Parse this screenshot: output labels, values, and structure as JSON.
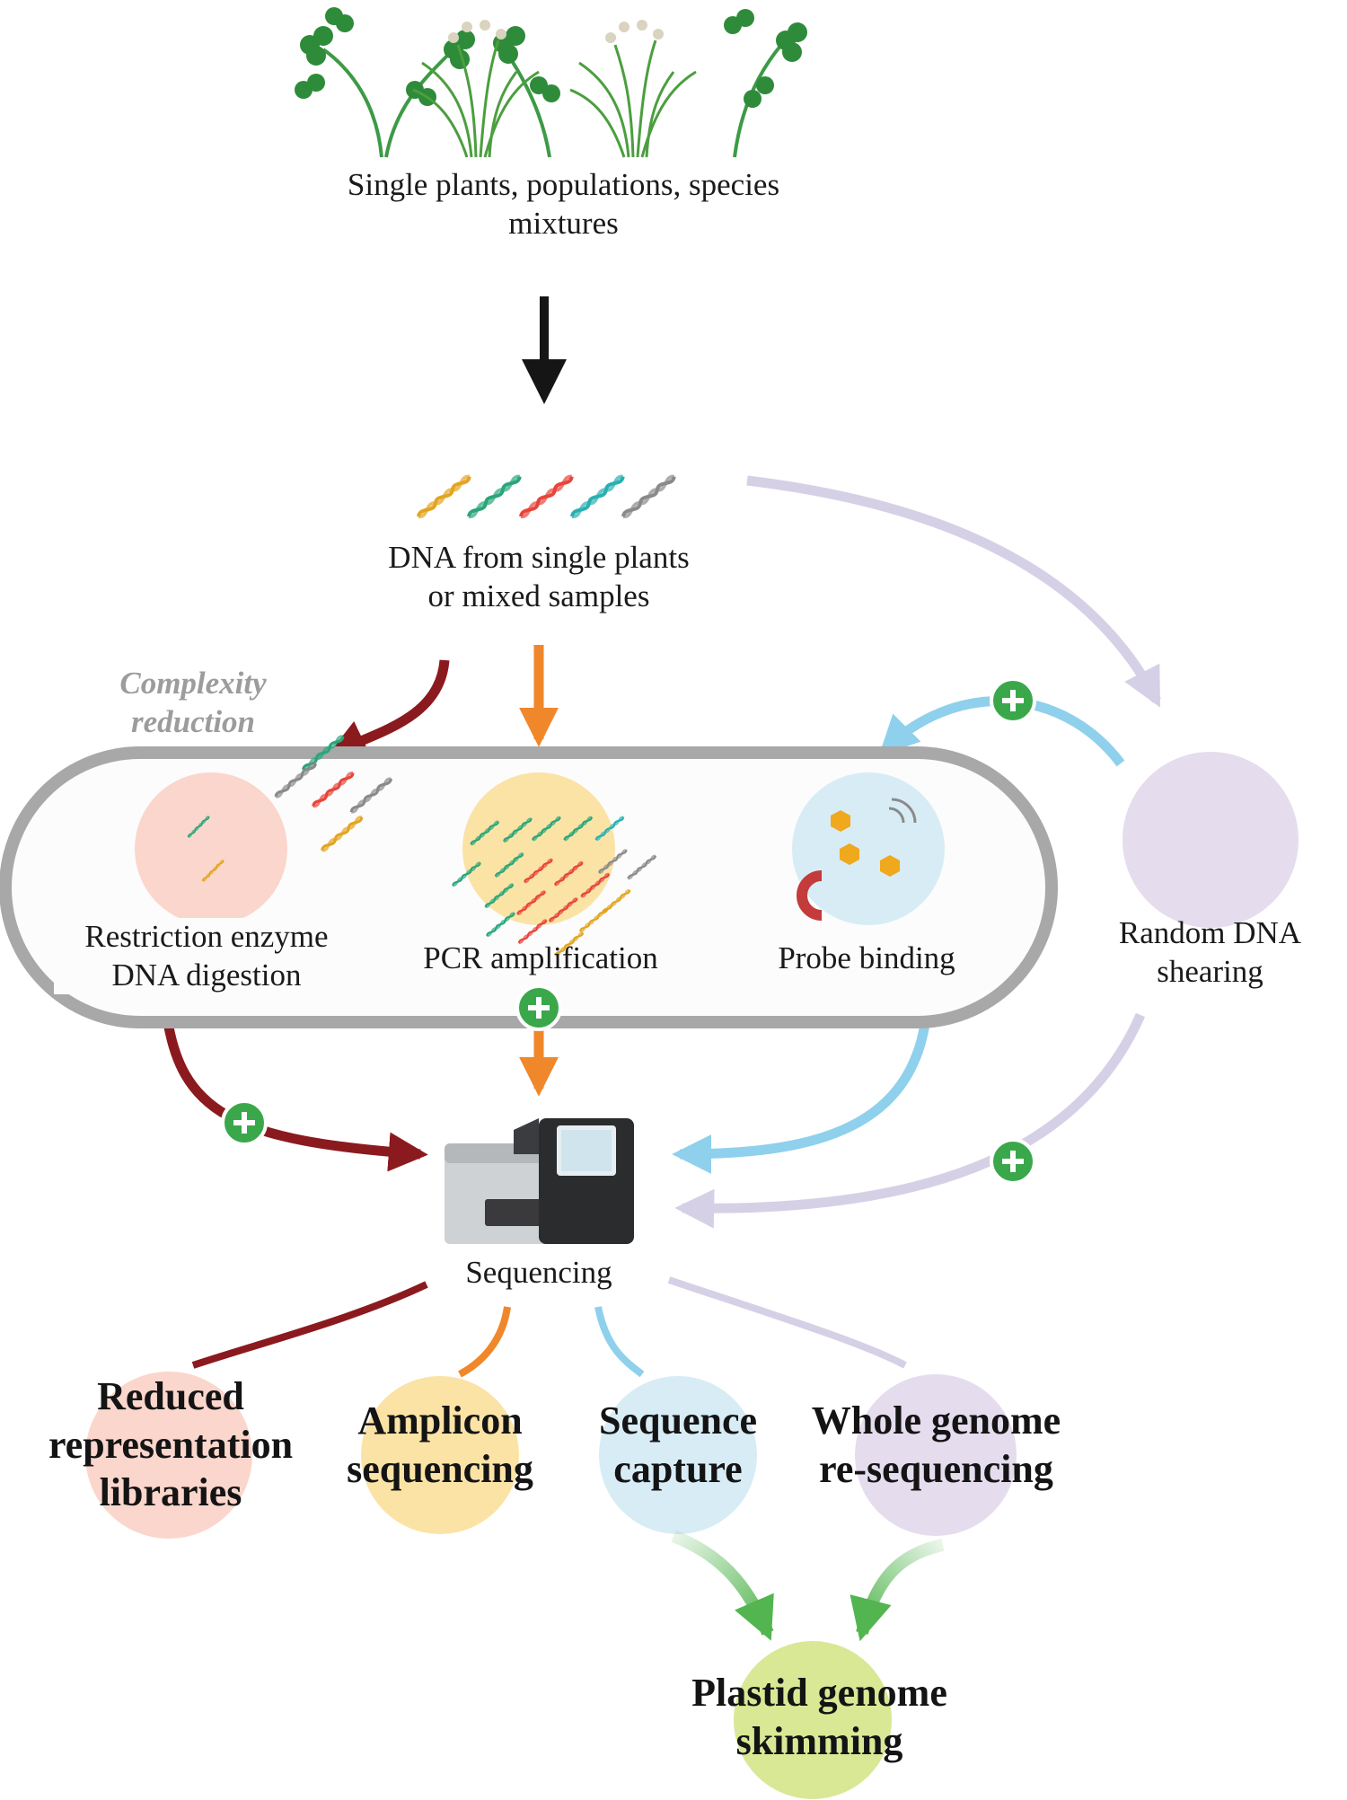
{
  "labels": {
    "source": [
      "Single plants, populations, species",
      "mixtures"
    ],
    "dna": [
      "DNA from single plants",
      "or mixed samples"
    ],
    "complexity": [
      "Complexity",
      "reduction"
    ],
    "restriction": [
      "Restriction enzyme",
      "DNA digestion"
    ],
    "pcr": [
      "PCR amplification"
    ],
    "probe": [
      "Probe binding"
    ],
    "shearing": [
      "Random DNA",
      "shearing"
    ],
    "sequencing": [
      "Sequencing"
    ],
    "reduced": [
      "Reduced",
      "representation",
      "libraries"
    ],
    "amplicon": [
      "Amplicon",
      "sequencing"
    ],
    "capture": [
      "Sequence",
      "capture"
    ],
    "wgs": [
      "Whole genome",
      "re-sequencing"
    ],
    "plastid": [
      "Plastid genome",
      "skimming"
    ]
  },
  "colors": {
    "restriction": "#8b1a1f",
    "pcr": "#f0872a",
    "probe": "#8fd0ec",
    "shearing": "#d6d0e6",
    "plus_badge": "#3aa84a",
    "pill_border": "#a8a8a8",
    "circle_restriction": "#fbd6cc",
    "circle_pcr": "#fbe3a6",
    "circle_probe": "#d7ecf5",
    "circle_shearing": "#e5dcee",
    "circle_plastid": "#d8e895",
    "skim_arrow": "#52b54f",
    "dna_strands": [
      "#e3a51f",
      "#2aa67a",
      "#e8453a",
      "#2ab0b0",
      "#8a8a8a"
    ]
  }
}
